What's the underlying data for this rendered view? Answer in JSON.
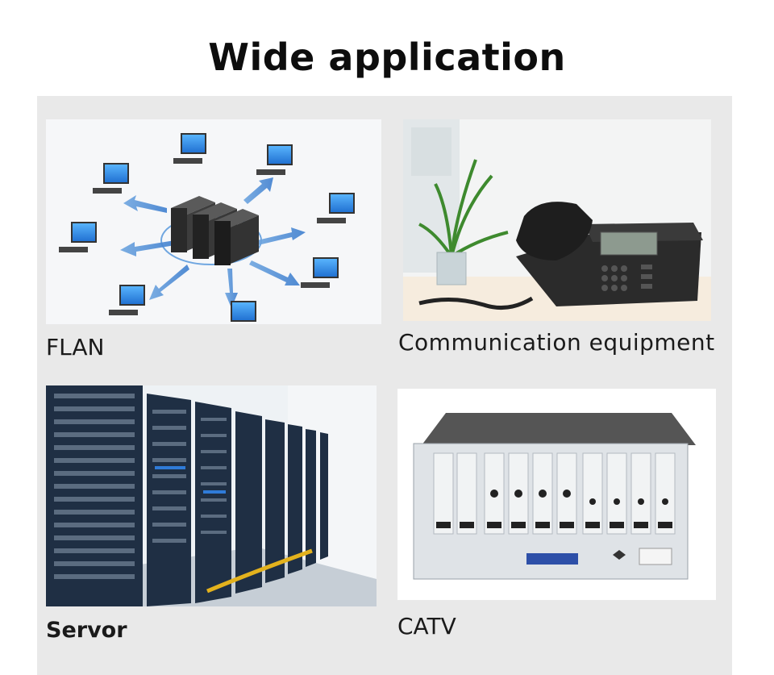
{
  "title": "Wide application",
  "tiles": [
    {
      "caption": "FLAN",
      "illustration": "network-diagram"
    },
    {
      "caption": "Communication equipment",
      "illustration": "office-telephone"
    },
    {
      "caption": "Servor",
      "illustration": "server-racks"
    },
    {
      "caption": "CATV",
      "illustration": "catv-rack-unit"
    }
  ]
}
